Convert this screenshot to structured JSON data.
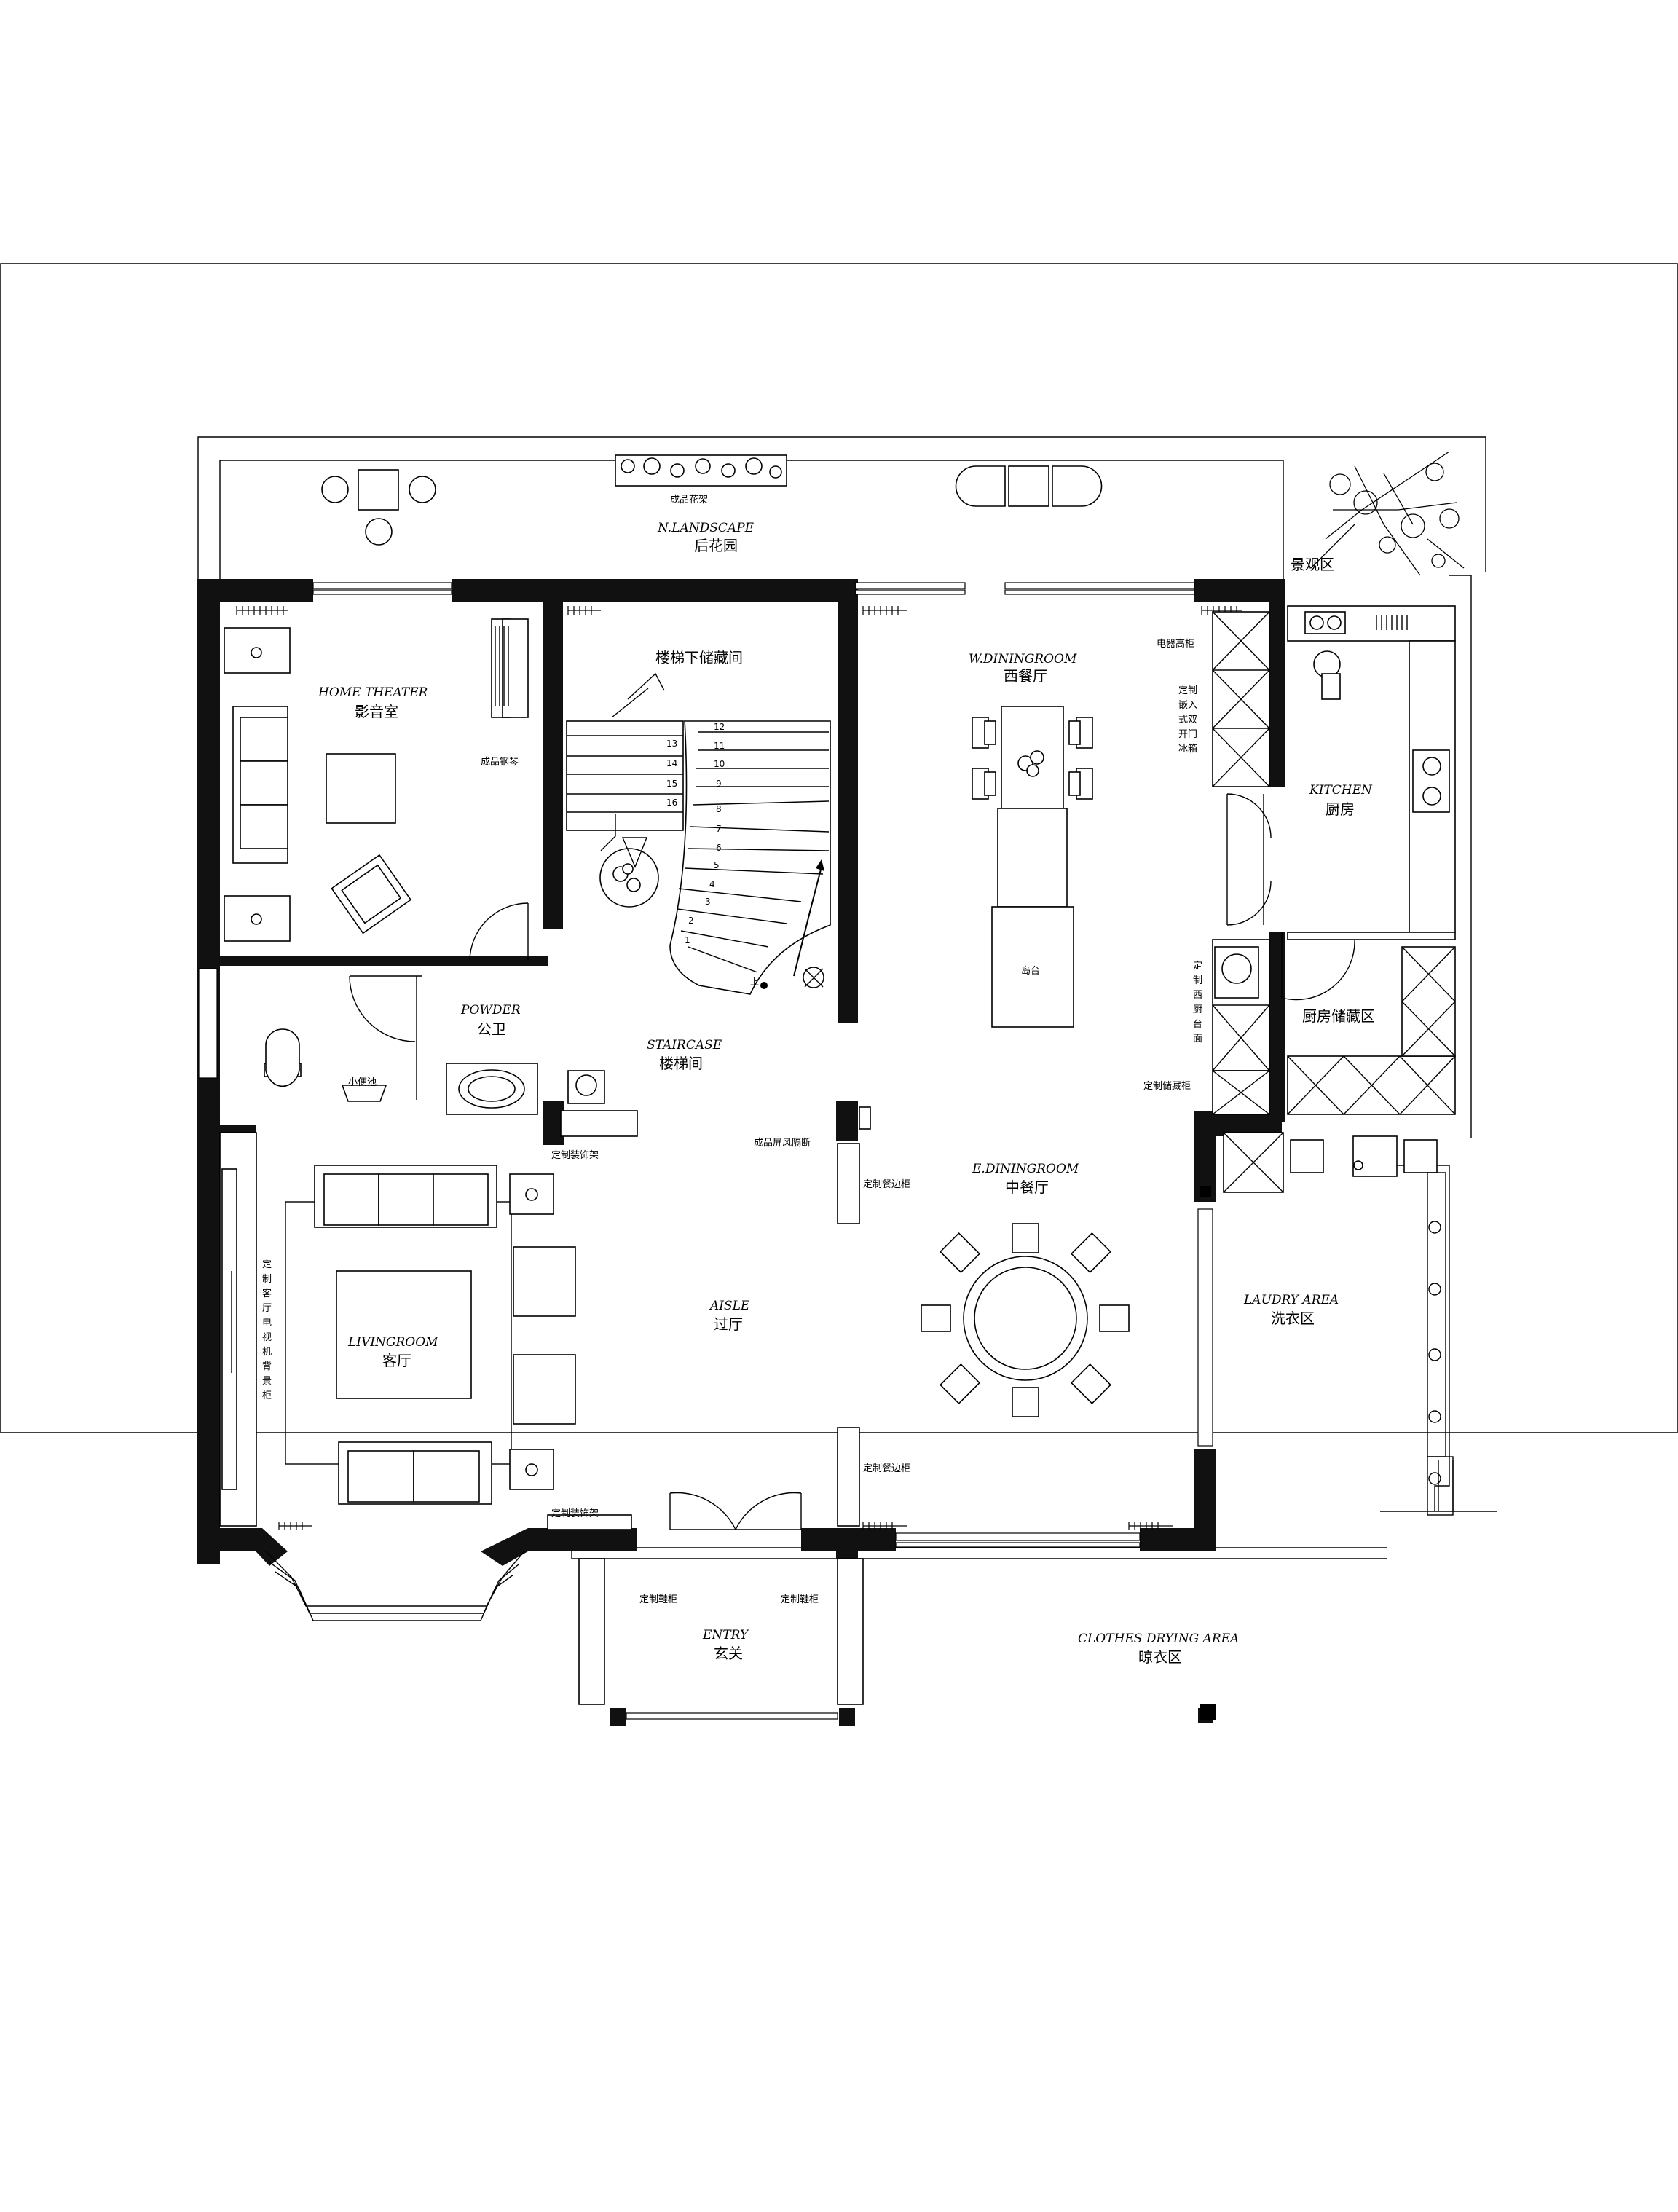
{
  "rooms": {
    "north_landscape": {
      "en": "N.LANDSCAPE",
      "cn": "后花园"
    },
    "flower_rack": "成品花架",
    "landscape": "景观区",
    "home_theater": {
      "en": "HOME  THEATER",
      "cn": "影音室"
    },
    "piano": "成品钢琴",
    "under_stair_storage": "楼梯下储藏间",
    "west_dining": {
      "en": "W.DININGROOM",
      "cn": "西餐厅"
    },
    "appliance_cabinet": "电器高柜",
    "fridge": [
      "定制",
      "嵌入",
      "式双",
      "开门",
      "冰箱"
    ],
    "kitchen": {
      "en": "KITCHEN",
      "cn": "厨房"
    },
    "island": "岛台",
    "kitchen_storage": "厨房储藏区",
    "western_counter": [
      "定",
      "制",
      "西",
      "厨",
      "台",
      "面"
    ],
    "storage_cabinet": "定制储藏柜",
    "powder": {
      "en": "POWDER",
      "cn": "公卫"
    },
    "urinal": "小便池",
    "staircase": {
      "en": "STAIRCASE",
      "cn": "楼梯间"
    },
    "screen": "成品屏风隔断",
    "decor_rack_top": "定制装饰架",
    "decor_rack_bottom": "定制装饰架",
    "sideboard_top": "定制餐边柜",
    "sideboard_bottom": "定制餐边柜",
    "east_dining": {
      "en": "E.DININGROOM",
      "cn": "中餐厅"
    },
    "livingroom": {
      "en": "LIVINGROOM",
      "cn": "客厅"
    },
    "tv_wall": [
      "定",
      "制",
      "客",
      "厅",
      "电",
      "视",
      "机",
      "背",
      "景",
      "柜"
    ],
    "aisle": {
      "en": "AISLE",
      "cn": "过厅"
    },
    "laundry": {
      "en": "LAUDRY  AREA",
      "cn": "洗衣区"
    },
    "entry": {
      "en": "ENTRY",
      "cn": "玄关"
    },
    "shoe_left": "定制鞋柜",
    "shoe_right": "定制鞋柜",
    "clothes_drying": {
      "en": "CLOTHES  DRYING  AREA",
      "cn": "晾衣区"
    }
  },
  "stair_steps": [
    "1",
    "2",
    "3",
    "4",
    "5",
    "6",
    "7",
    "8",
    "9",
    "10",
    "11",
    "12",
    "13",
    "14",
    "15",
    "16"
  ],
  "stair_up": "上"
}
